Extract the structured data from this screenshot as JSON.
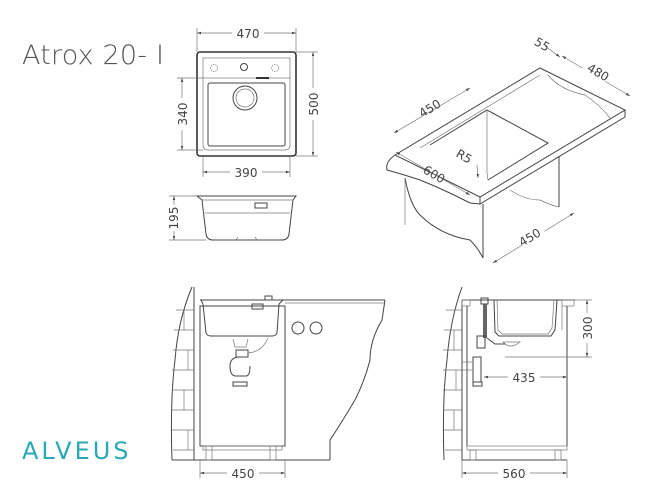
{
  "title": "Atrox 20- I",
  "brand": {
    "logo_text": "ALVEUS",
    "color": "#29a9b4"
  },
  "top_view": {
    "width_outer": "470",
    "height_outer": "500",
    "bowl_width": "390",
    "bowl_depth_plan": "340"
  },
  "side_view": {
    "depth": "195"
  },
  "isometric_view": {
    "rim": "55",
    "cabinet_depth": "480",
    "sink_length": "450",
    "countertop": "600",
    "radius": "R5",
    "cabinet_width": "450"
  },
  "front_install_view": {
    "cabinet_width": "450"
  },
  "side_install_view": {
    "bowl_height": "300",
    "drain_offset": "435",
    "cabinet_depth": "560"
  }
}
